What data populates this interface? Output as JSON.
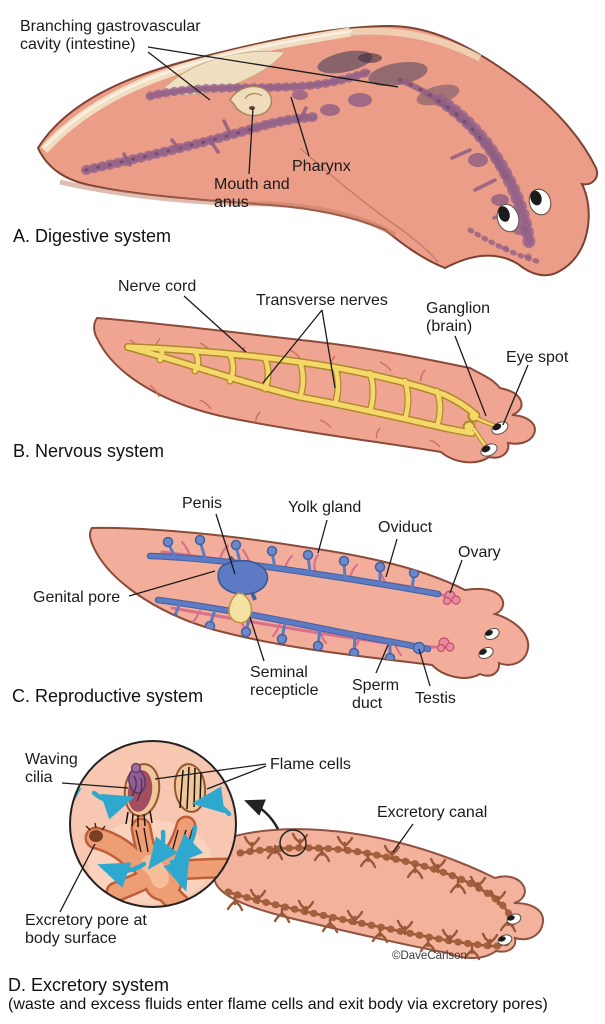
{
  "figure": "Planaria (flatworm) organ systems diagram",
  "palette": {
    "body_salmon": "#F1A592",
    "body_outline": "#8C4A38",
    "gut_purple": "#8E5E83",
    "cream_edge": "#F1E2C4",
    "nerve_yellow": "#F4D869",
    "nerve_outline": "#AF872C",
    "reproductive_blue": "#5C7BC4",
    "reproductive_pink": "#D9708A",
    "seminal_yellow": "#F4E1A4",
    "excretory_brown": "#9A5838",
    "flow_cyan": "#2FA8CF",
    "ink": "#1B1B1B",
    "background": "#FFFFFF"
  },
  "sections": [
    {
      "heading": "A. Digestive system",
      "labels": {
        "gastrovascular": "Branching gastrovascular cavity (intestine)",
        "mouth": "Mouth and anus",
        "pharynx": "Pharynx"
      }
    },
    {
      "heading": "B. Nervous system",
      "labels": {
        "nerve_cord": "Nerve cord",
        "transverse_nerves": "Transverse nerves",
        "ganglion": "Ganglion (brain)",
        "eye_spot": "Eye spot"
      }
    },
    {
      "heading": "C. Reproductive system",
      "labels": {
        "penis": "Penis",
        "yolk_gland": "Yolk gland",
        "oviduct": "Oviduct",
        "ovary": "Ovary",
        "genital_pore": "Genital pore",
        "seminal_recepticle": "Seminal recepticle",
        "sperm_duct": "Sperm duct",
        "testis": "Testis"
      }
    },
    {
      "heading": "D. Excretory system",
      "subheading": "(waste and excess fluids enter flame cells and exit body via excretory pores)",
      "labels": {
        "waving_cilia": "Waving cilia",
        "flame_cells": "Flame cells",
        "excretory_canal": "Excretory canal",
        "excretory_pore": "Excretory pore at body surface"
      },
      "credit": "©DaveCarlson"
    }
  ]
}
